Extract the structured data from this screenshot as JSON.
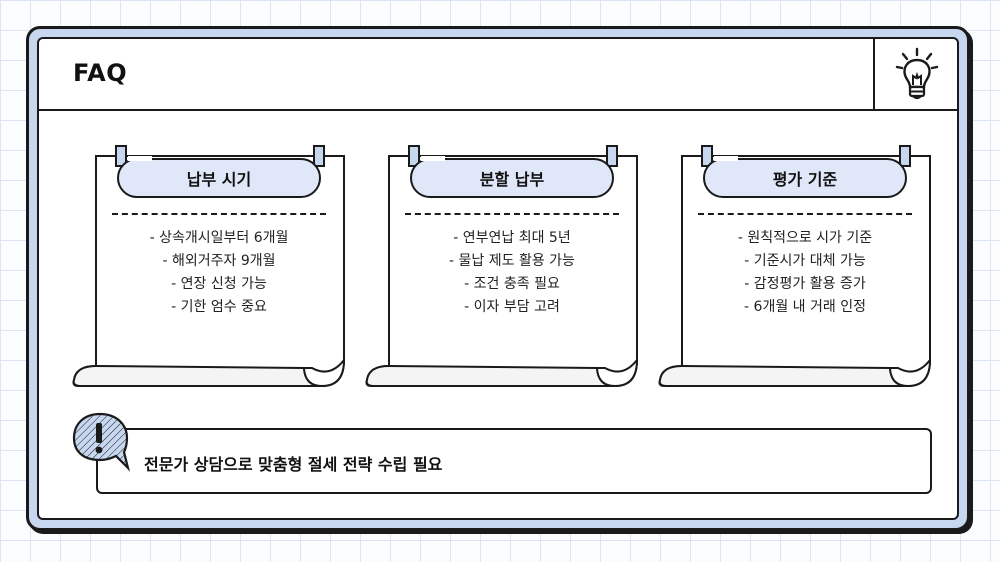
{
  "header": {
    "title": "FAQ",
    "icon": "lightbulb-icon"
  },
  "cards": [
    {
      "title": "납부 시기",
      "items": [
        "- 상속개시일부터 6개월",
        "- 해외거주자 9개월",
        "- 연장 신청 가능",
        "- 기한 엄수 중요"
      ]
    },
    {
      "title": "분할 납부",
      "items": [
        "- 연부연납 최대 5년",
        "- 물납 제도 활용 가능",
        "- 조건 충족 필요",
        "- 이자 부담 고려"
      ]
    },
    {
      "title": "평가 기준",
      "items": [
        "- 원칙적으로 시가 기준",
        "- 기준시가 대체 가능",
        "- 감정평가 활용 증가",
        "- 6개월 내 거래 인정"
      ]
    }
  ],
  "note": {
    "text": "전문가 상담으로 맞춤형 절세 전략 수립 필요",
    "icon": "exclamation-bubble-icon"
  },
  "colors": {
    "accent": "#c8d7f0",
    "pill": "#dfe7f8",
    "border": "#1a1a1a",
    "grid": "#dbe4f3"
  }
}
